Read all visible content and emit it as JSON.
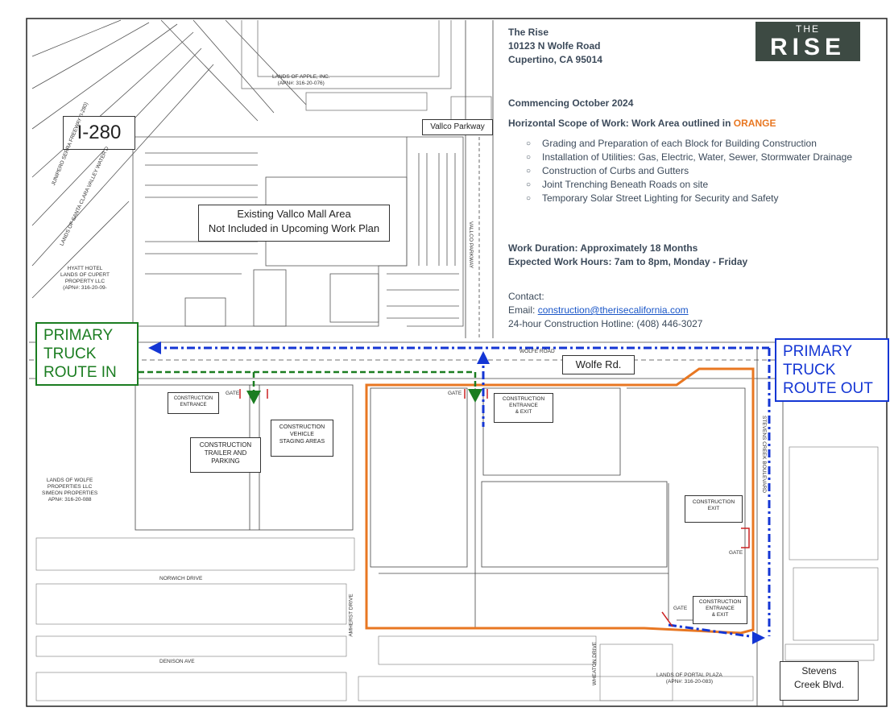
{
  "project": {
    "name": "The Rise",
    "address_line1": "10123 N Wolfe Road",
    "address_line2": "Cupertino, CA 95014"
  },
  "logo": {
    "top": "THE",
    "main": "RISE"
  },
  "commencing": "Commencing October 2024",
  "scope": {
    "heading_prefix": "Horizontal Scope of Work: Work Area outlined in ",
    "heading_highlight": "ORANGE",
    "bullet_icon": "○",
    "items": [
      "Grading and Preparation of each Block for Building Construction",
      "Installation of Utilities: Gas, Electric, Water, Sewer, Stormwater Drainage",
      "Construction of Curbs and Gutters",
      "Joint Trenching Beneath Roads on site",
      "Temporary Solar Street Lighting for Security and Safety"
    ]
  },
  "duration": "Work Duration: Approximately 18 Months",
  "hours": "Expected Work Hours: 7am to 8pm, Monday - Friday",
  "contact": {
    "heading": "Contact:",
    "email_label": "Email: ",
    "email": "construction@therisecalifornia.com",
    "hotline": "24-hour Construction Hotline: (408) 446-3027"
  },
  "colors": {
    "work_area": "#e87722",
    "route_in": "#1b7d21",
    "route_out": "#1436d4",
    "logo_bg": "#3d4a43"
  },
  "map_labels": {
    "i280": "I-280",
    "vallco_parkway": "Vallco Parkway",
    "vallco_parkway_vertical": "VALLCO PARKWAY",
    "mall_area_line1": "Existing Vallco Mall Area",
    "mall_area_line2": "Not Included in Upcoming Work Plan",
    "wolfe_rd": "Wolfe Rd.",
    "wolfe_road_small": "WOLFE ROAD",
    "route_in_lines": [
      "PRIMARY",
      "TRUCK",
      "ROUTE IN"
    ],
    "route_out_lines": [
      "PRIMARY",
      "TRUCK",
      "ROUTE OUT"
    ],
    "stevens_creek_line1": "Stevens",
    "stevens_creek_line2": "Creek Blvd.",
    "stevens_creek_vertical": "STEVENS CREEK BOULEVARD",
    "junipero": "JUNIPERO SERRA FREEWAY (I-280)",
    "santa_clara_water": "LANDS OF SANTA CLARA VALLEY WATER D",
    "apple_line1": "LANDS OF APPLE, INC.",
    "apple_line2": "(APN#: 316-20-076)",
    "hyatt_line1": "HYATT HOTEL",
    "hyatt_line2": "LANDS OF CUPERT",
    "hyatt_line3": "PROPERTY LLC",
    "hyatt_line4": "(APN#: 316-20-09-",
    "wolfe_props_line1": "LANDS OF WOLFE",
    "wolfe_props_line2": "PROPERTIES LLC",
    "wolfe_props_line3": "SIMEON PROPERTIES",
    "wolfe_props_line4": "APN#: 316-20-088",
    "portal_line1": "LANDS OF PORTAL PLAZA",
    "portal_line2": "(APN#: 316-20-083)",
    "norwich": "NORWICH DRIVE",
    "denison": "DENISON AVE",
    "amherst": "AMHERST DRIVE",
    "wheaton": "WHEATON DRIVE",
    "construction_entrance": "CONSTRUCTION ENTRANCE",
    "gate": "GATE",
    "trailer_line1": "CONSTRUCTION",
    "trailer_line2": "TRAILER AND",
    "trailer_line3": "PARKING",
    "staging_line1": "CONSTRUCTION",
    "staging_line2": "VEHICLE",
    "staging_line3": "STAGING AREAS",
    "entrance_exit_line1": "CONSTRUCTION",
    "entrance_exit_line2": "ENTRANCE",
    "entrance_exit_line3": "& EXIT",
    "construction_exit_line1": "CONSTRUCTION",
    "construction_exit_line2": "EXIT"
  }
}
